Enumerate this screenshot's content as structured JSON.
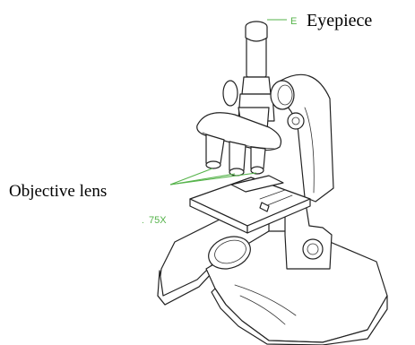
{
  "labels": {
    "top_partial": "",
    "eyepiece_marker": "E",
    "eyepiece": "Eyepiece",
    "objective": "Objective lens",
    "magnification": "75X"
  },
  "colors": {
    "annotation": "#55b34a",
    "ink": "#222222",
    "label_text": "#000000"
  }
}
